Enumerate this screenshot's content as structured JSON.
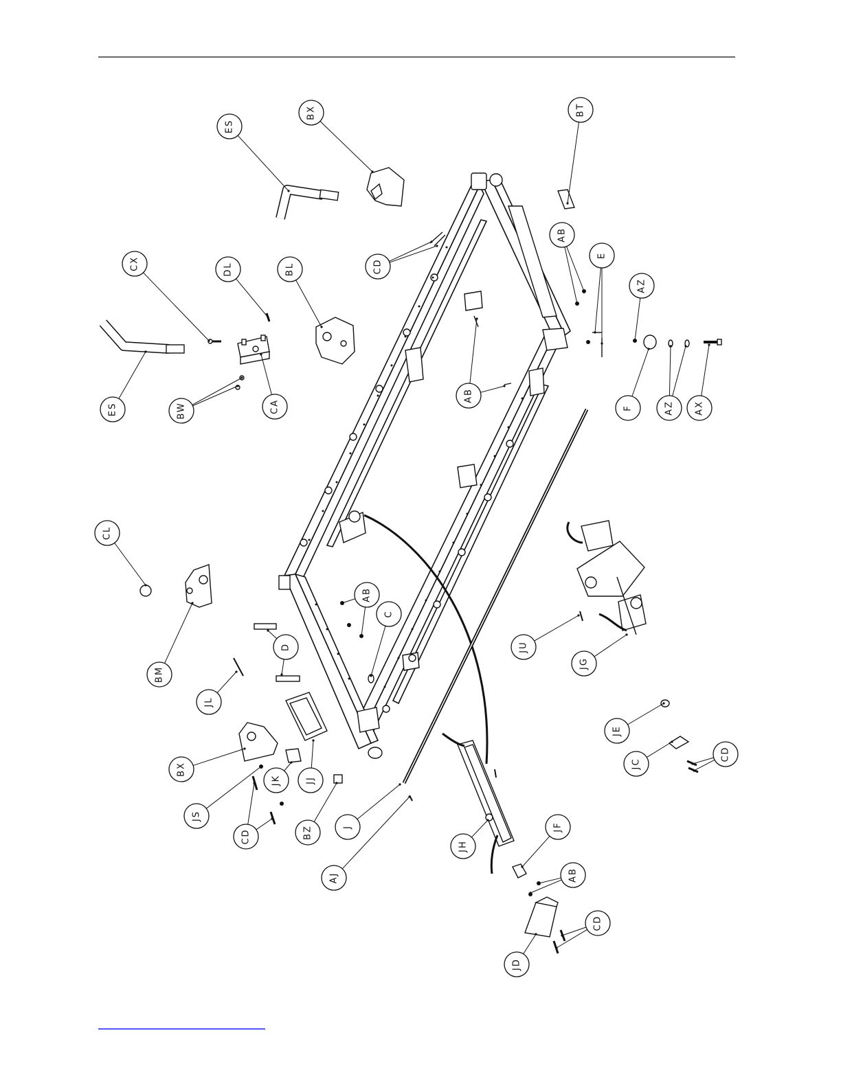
{
  "callouts": [
    {
      "id": "BX-top",
      "label": "BX"
    },
    {
      "id": "BT",
      "label": "BT"
    },
    {
      "id": "ES-top",
      "label": "ES"
    },
    {
      "id": "CD-top",
      "label": "CD"
    },
    {
      "id": "AB-top-right",
      "label": "AB"
    },
    {
      "id": "E",
      "label": "E"
    },
    {
      "id": "AZ-top",
      "label": "AZ"
    },
    {
      "id": "CX",
      "label": "CX"
    },
    {
      "id": "DL",
      "label": "DL"
    },
    {
      "id": "BL",
      "label": "BL"
    },
    {
      "id": "ES-left",
      "label": "ES"
    },
    {
      "id": "BW",
      "label": "BW"
    },
    {
      "id": "CA",
      "label": "CA"
    },
    {
      "id": "AB-mid",
      "label": "AB"
    },
    {
      "id": "F",
      "label": "F"
    },
    {
      "id": "AZ-bottom",
      "label": "AZ"
    },
    {
      "id": "AX",
      "label": "AX"
    },
    {
      "id": "CL",
      "label": "CL"
    },
    {
      "id": "AB-center",
      "label": "AB"
    },
    {
      "id": "C",
      "label": "C"
    },
    {
      "id": "D",
      "label": "D"
    },
    {
      "id": "BM",
      "label": "BM"
    },
    {
      "id": "JU",
      "label": "JU"
    },
    {
      "id": "JG",
      "label": "JG"
    },
    {
      "id": "JL",
      "label": "JL"
    },
    {
      "id": "JE",
      "label": "JE"
    },
    {
      "id": "BX-bottom",
      "label": "BX"
    },
    {
      "id": "JK",
      "label": "JK"
    },
    {
      "id": "JJ",
      "label": "JJ"
    },
    {
      "id": "JC",
      "label": "JC"
    },
    {
      "id": "CD-right",
      "label": "CD"
    },
    {
      "id": "JS",
      "label": "JS"
    },
    {
      "id": "CD-bottom-left",
      "label": "CD"
    },
    {
      "id": "BZ",
      "label": "BZ"
    },
    {
      "id": "J",
      "label": "J"
    },
    {
      "id": "JF",
      "label": "JF"
    },
    {
      "id": "JH",
      "label": "JH"
    },
    {
      "id": "AJ",
      "label": "AJ"
    },
    {
      "id": "AB-bottom",
      "label": "AB"
    },
    {
      "id": "CD-bottom-right",
      "label": "CD"
    },
    {
      "id": "JD",
      "label": "JD"
    }
  ]
}
